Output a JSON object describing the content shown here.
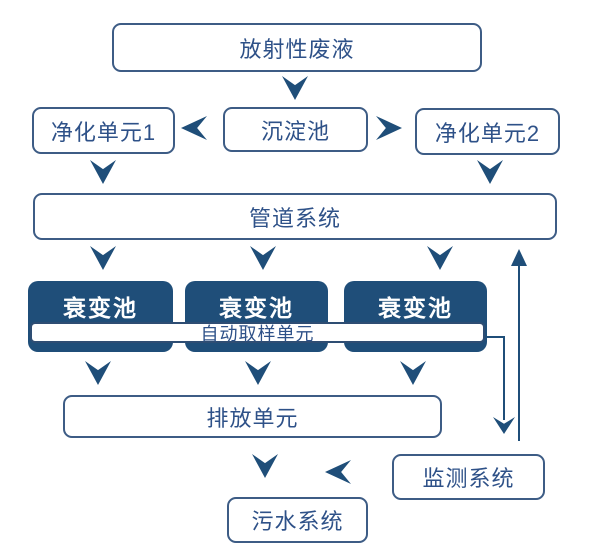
{
  "diagram": {
    "type": "flowchart",
    "description": "radioactive-waste-liquid-treatment-process",
    "colors": {
      "node_fill_dark": "#1F4E79",
      "node_border": "#3D5C85",
      "node_text": "#2E5188",
      "dark_node_text": "#FFFFFF",
      "arrow": "#1F4E79",
      "background": "#FFFFFF"
    },
    "nodes": {
      "waste": {
        "label": "放射性废液"
      },
      "purify1": {
        "label": "净化单元1"
      },
      "settling": {
        "label": "沉淀池"
      },
      "purify2": {
        "label": "净化单元2"
      },
      "pipeline": {
        "label": "管道系统"
      },
      "decay1": {
        "label": "衰变池"
      },
      "decay2": {
        "label": "衰变池"
      },
      "decay3": {
        "label": "衰变池"
      },
      "sampling": {
        "label": "自动取样单元"
      },
      "discharge": {
        "label": "排放单元"
      },
      "monitoring": {
        "label": "监测系统"
      },
      "sewage": {
        "label": "污水系统"
      }
    },
    "edges": [
      {
        "from": "waste",
        "to": "settling"
      },
      {
        "from": "settling",
        "to": "purify1"
      },
      {
        "from": "settling",
        "to": "purify2"
      },
      {
        "from": "purify1",
        "to": "pipeline"
      },
      {
        "from": "purify2",
        "to": "pipeline"
      },
      {
        "from": "pipeline",
        "to": "decay1"
      },
      {
        "from": "pipeline",
        "to": "decay2"
      },
      {
        "from": "pipeline",
        "to": "decay3"
      },
      {
        "from": "decay1",
        "to": "discharge"
      },
      {
        "from": "decay2",
        "to": "discharge"
      },
      {
        "from": "decay3",
        "to": "discharge"
      },
      {
        "from": "sampling",
        "to": "monitoring"
      },
      {
        "from": "monitoring",
        "to": "pipeline"
      },
      {
        "from": "monitoring",
        "to": "sewage"
      },
      {
        "from": "discharge",
        "to": "sewage"
      }
    ]
  }
}
